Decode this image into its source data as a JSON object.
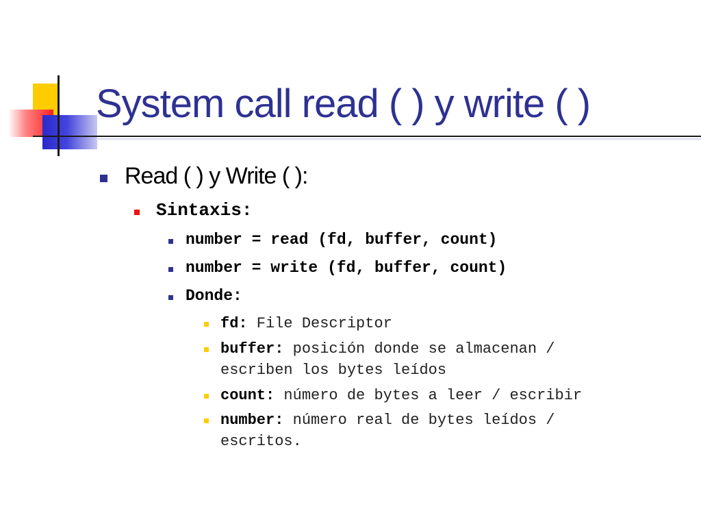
{
  "slide": {
    "title": "System call read ( ) y write ( )",
    "level1": "Read ( ) y Write ( ):",
    "level2": "Sintaxis:",
    "syntax": [
      "number = read (fd, buffer, count)",
      "number = write (fd, buffer, count)",
      "Donde:"
    ],
    "definitions": [
      {
        "term": "fd:",
        "desc": " File Descriptor"
      },
      {
        "term": "buffer:",
        "desc": " posición donde se almacenan /",
        "desc2": "escriben los bytes leídos"
      },
      {
        "term": "count:",
        "desc": " número de bytes a leer / escribir"
      },
      {
        "term": "number:",
        "desc": " número real de bytes leídos /",
        "desc2": "escritos."
      }
    ]
  },
  "colors": {
    "title": "#2e3192",
    "bullet_level1": "#2e3192",
    "bullet_level2": "#ee1111",
    "bullet_level3": "#2e3192",
    "bullet_level4": "#ffcc00",
    "deco_yellow": "#ffcc00",
    "deco_red": "#ff2020",
    "deco_blue": "#2a2acc"
  }
}
